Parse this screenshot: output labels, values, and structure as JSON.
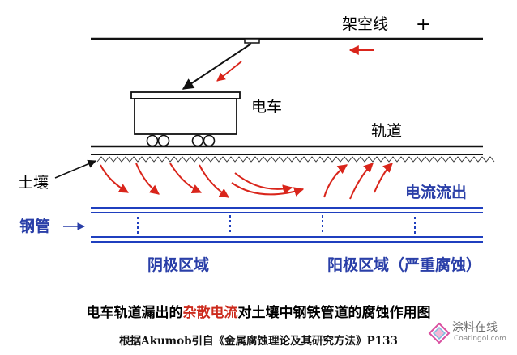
{
  "labels": {
    "overhead_line": "架空线",
    "plus_sign": "+",
    "tram": "电车",
    "rail": "轨道",
    "soil": "土壤",
    "pipe": "钢管",
    "current_out": "电流流出",
    "cathode_zone": "阴极区域",
    "anode_zone": "阳极区域（严重腐蚀）"
  },
  "caption": {
    "before": "电车轨道漏出的",
    "highlight": "杂散电流",
    "after": "对土壤中钢铁管道的腐蚀作用图"
  },
  "source_text": "根据Akumob引自《金属腐蚀理论及其研究方法》P133",
  "watermark": {
    "text": "涂料在线",
    "url": "Coatingol.com"
  },
  "colors": {
    "current_arrow": "#d9251b",
    "pipe_blue": "#1f3fbf",
    "label_blue": "#2a3fa8",
    "caption_highlight": "#cc2a1c",
    "line_black": "#111111"
  }
}
